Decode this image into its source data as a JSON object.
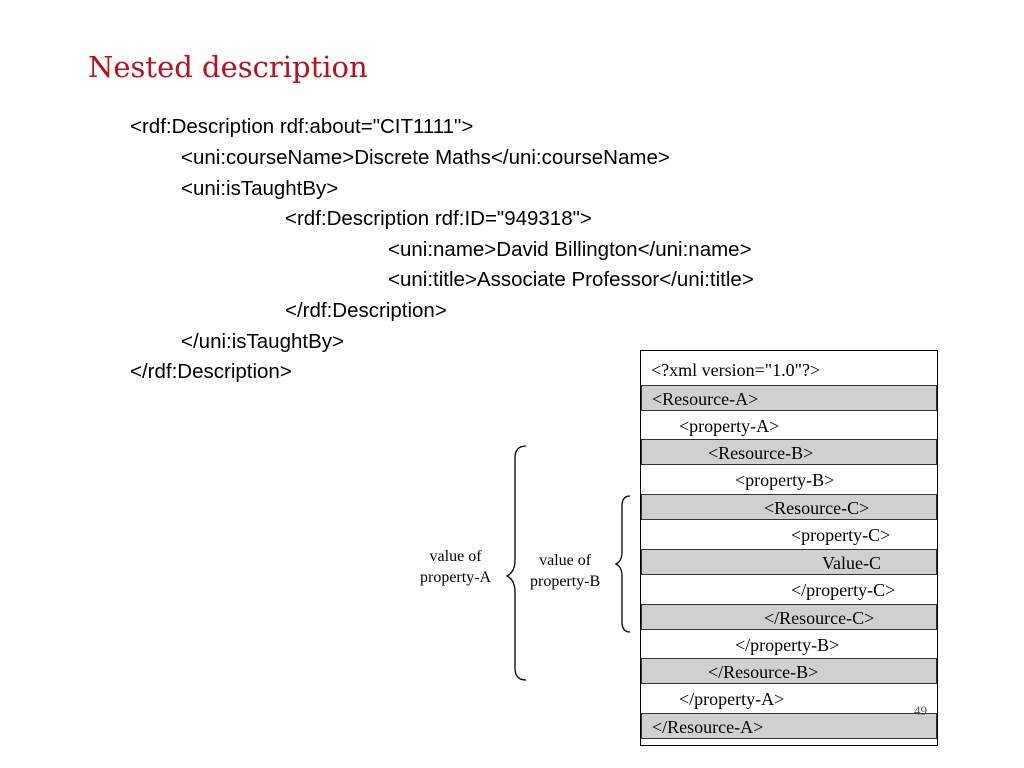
{
  "slide": {
    "title": "Nested description",
    "page_number": "49"
  },
  "code": {
    "lines": [
      "<rdf:Description rdf:about=\"CIT1111\">",
      "<uni:courseName>Discrete Maths</uni:courseName>",
      "<uni:isTaughtBy>",
      "<rdf:Description rdf:ID=\"949318\">",
      "<uni:name>David Billington</uni:name>",
      "<uni:title>Associate Professor</uni:title>",
      "</rdf:Description>",
      "</uni:isTaughtBy>",
      "</rdf:Description>"
    ]
  },
  "diagram": {
    "rows": [
      {
        "text": "<?xml version=\"1.0\"?>",
        "shaded": false
      },
      {
        "text": "<Resource-A>",
        "shaded": true
      },
      {
        "text": "<property-A>",
        "shaded": false
      },
      {
        "text": "<Resource-B>",
        "shaded": true
      },
      {
        "text": "<property-B>",
        "shaded": false
      },
      {
        "text": "<Resource-C>",
        "shaded": true
      },
      {
        "text": "<property-C>",
        "shaded": false
      },
      {
        "text": "Value-C",
        "shaded": true
      },
      {
        "text": "</property-C>",
        "shaded": false
      },
      {
        "text": "</Resource-C>",
        "shaded": true
      },
      {
        "text": "</property-B>",
        "shaded": false
      },
      {
        "text": "</Resource-B>",
        "shaded": true
      },
      {
        "text": "</property-A>",
        "shaded": false
      },
      {
        "text": "</Resource-A>",
        "shaded": true
      }
    ],
    "annotation_a": {
      "line1": "value of",
      "line2": "property-A"
    },
    "annotation_b": {
      "line1": "value of",
      "line2": "property-B"
    }
  },
  "colors": {
    "title": "#b5121b",
    "shaded_row": "#d0d0d0"
  }
}
